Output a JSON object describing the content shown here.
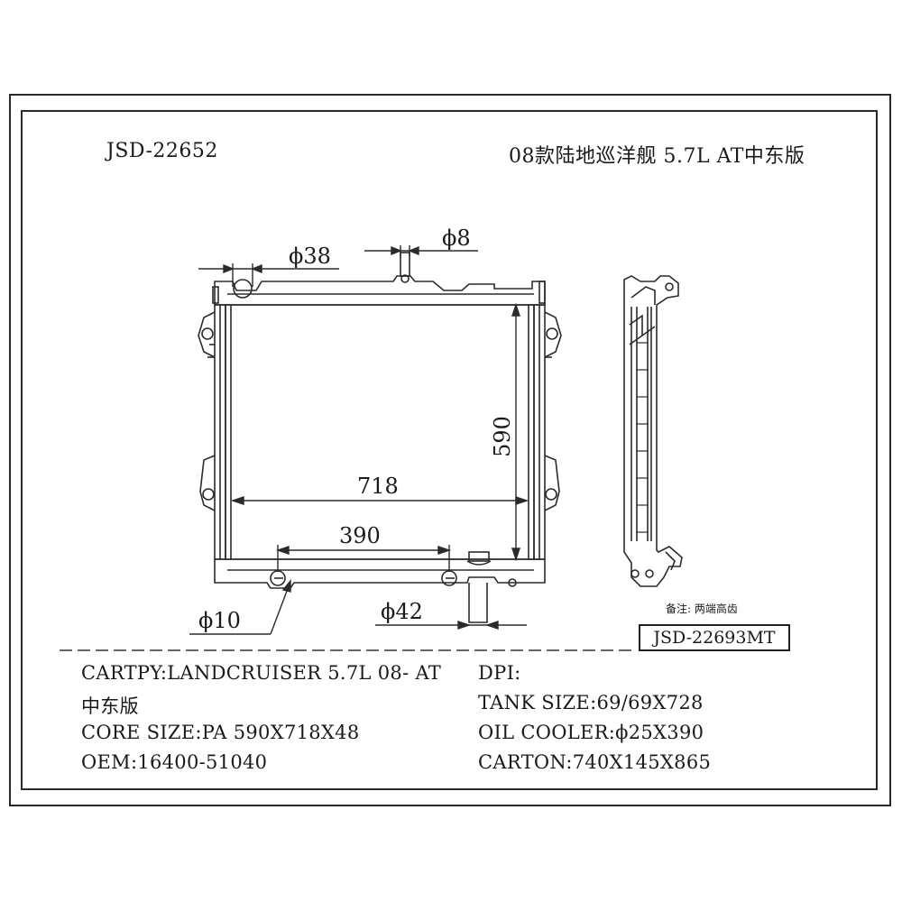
{
  "header": {
    "part_number": "JSD-22652",
    "model_title": "08款陆地巡洋舰 5.7L AT中东版"
  },
  "dimensions": {
    "inlet_diameter": "ϕ38",
    "vent_diameter": "ϕ8",
    "core_height": "590",
    "core_width": "718",
    "oil_cooler_spacing": "390",
    "cooler_fitting_diameter": "ϕ10",
    "outlet_diameter": "ϕ42"
  },
  "side_view": {
    "note": "备注: 两端高齿",
    "alt_part_number": "JSD-22693MT"
  },
  "specs": {
    "cartpy_line1": "CARTPY:LANDCRUISER 5.7L 08- AT",
    "cartpy_line2": "中东版",
    "core_size": "CORE SIZE:PA 590X718X48",
    "oem": "OEM:16400-51040",
    "dpi": "DPI:",
    "tank_size": "TANK SIZE:69/69X728",
    "oil_cooler": "OIL COOLER:ϕ25X390",
    "carton": "CARTON:740X145X865"
  }
}
